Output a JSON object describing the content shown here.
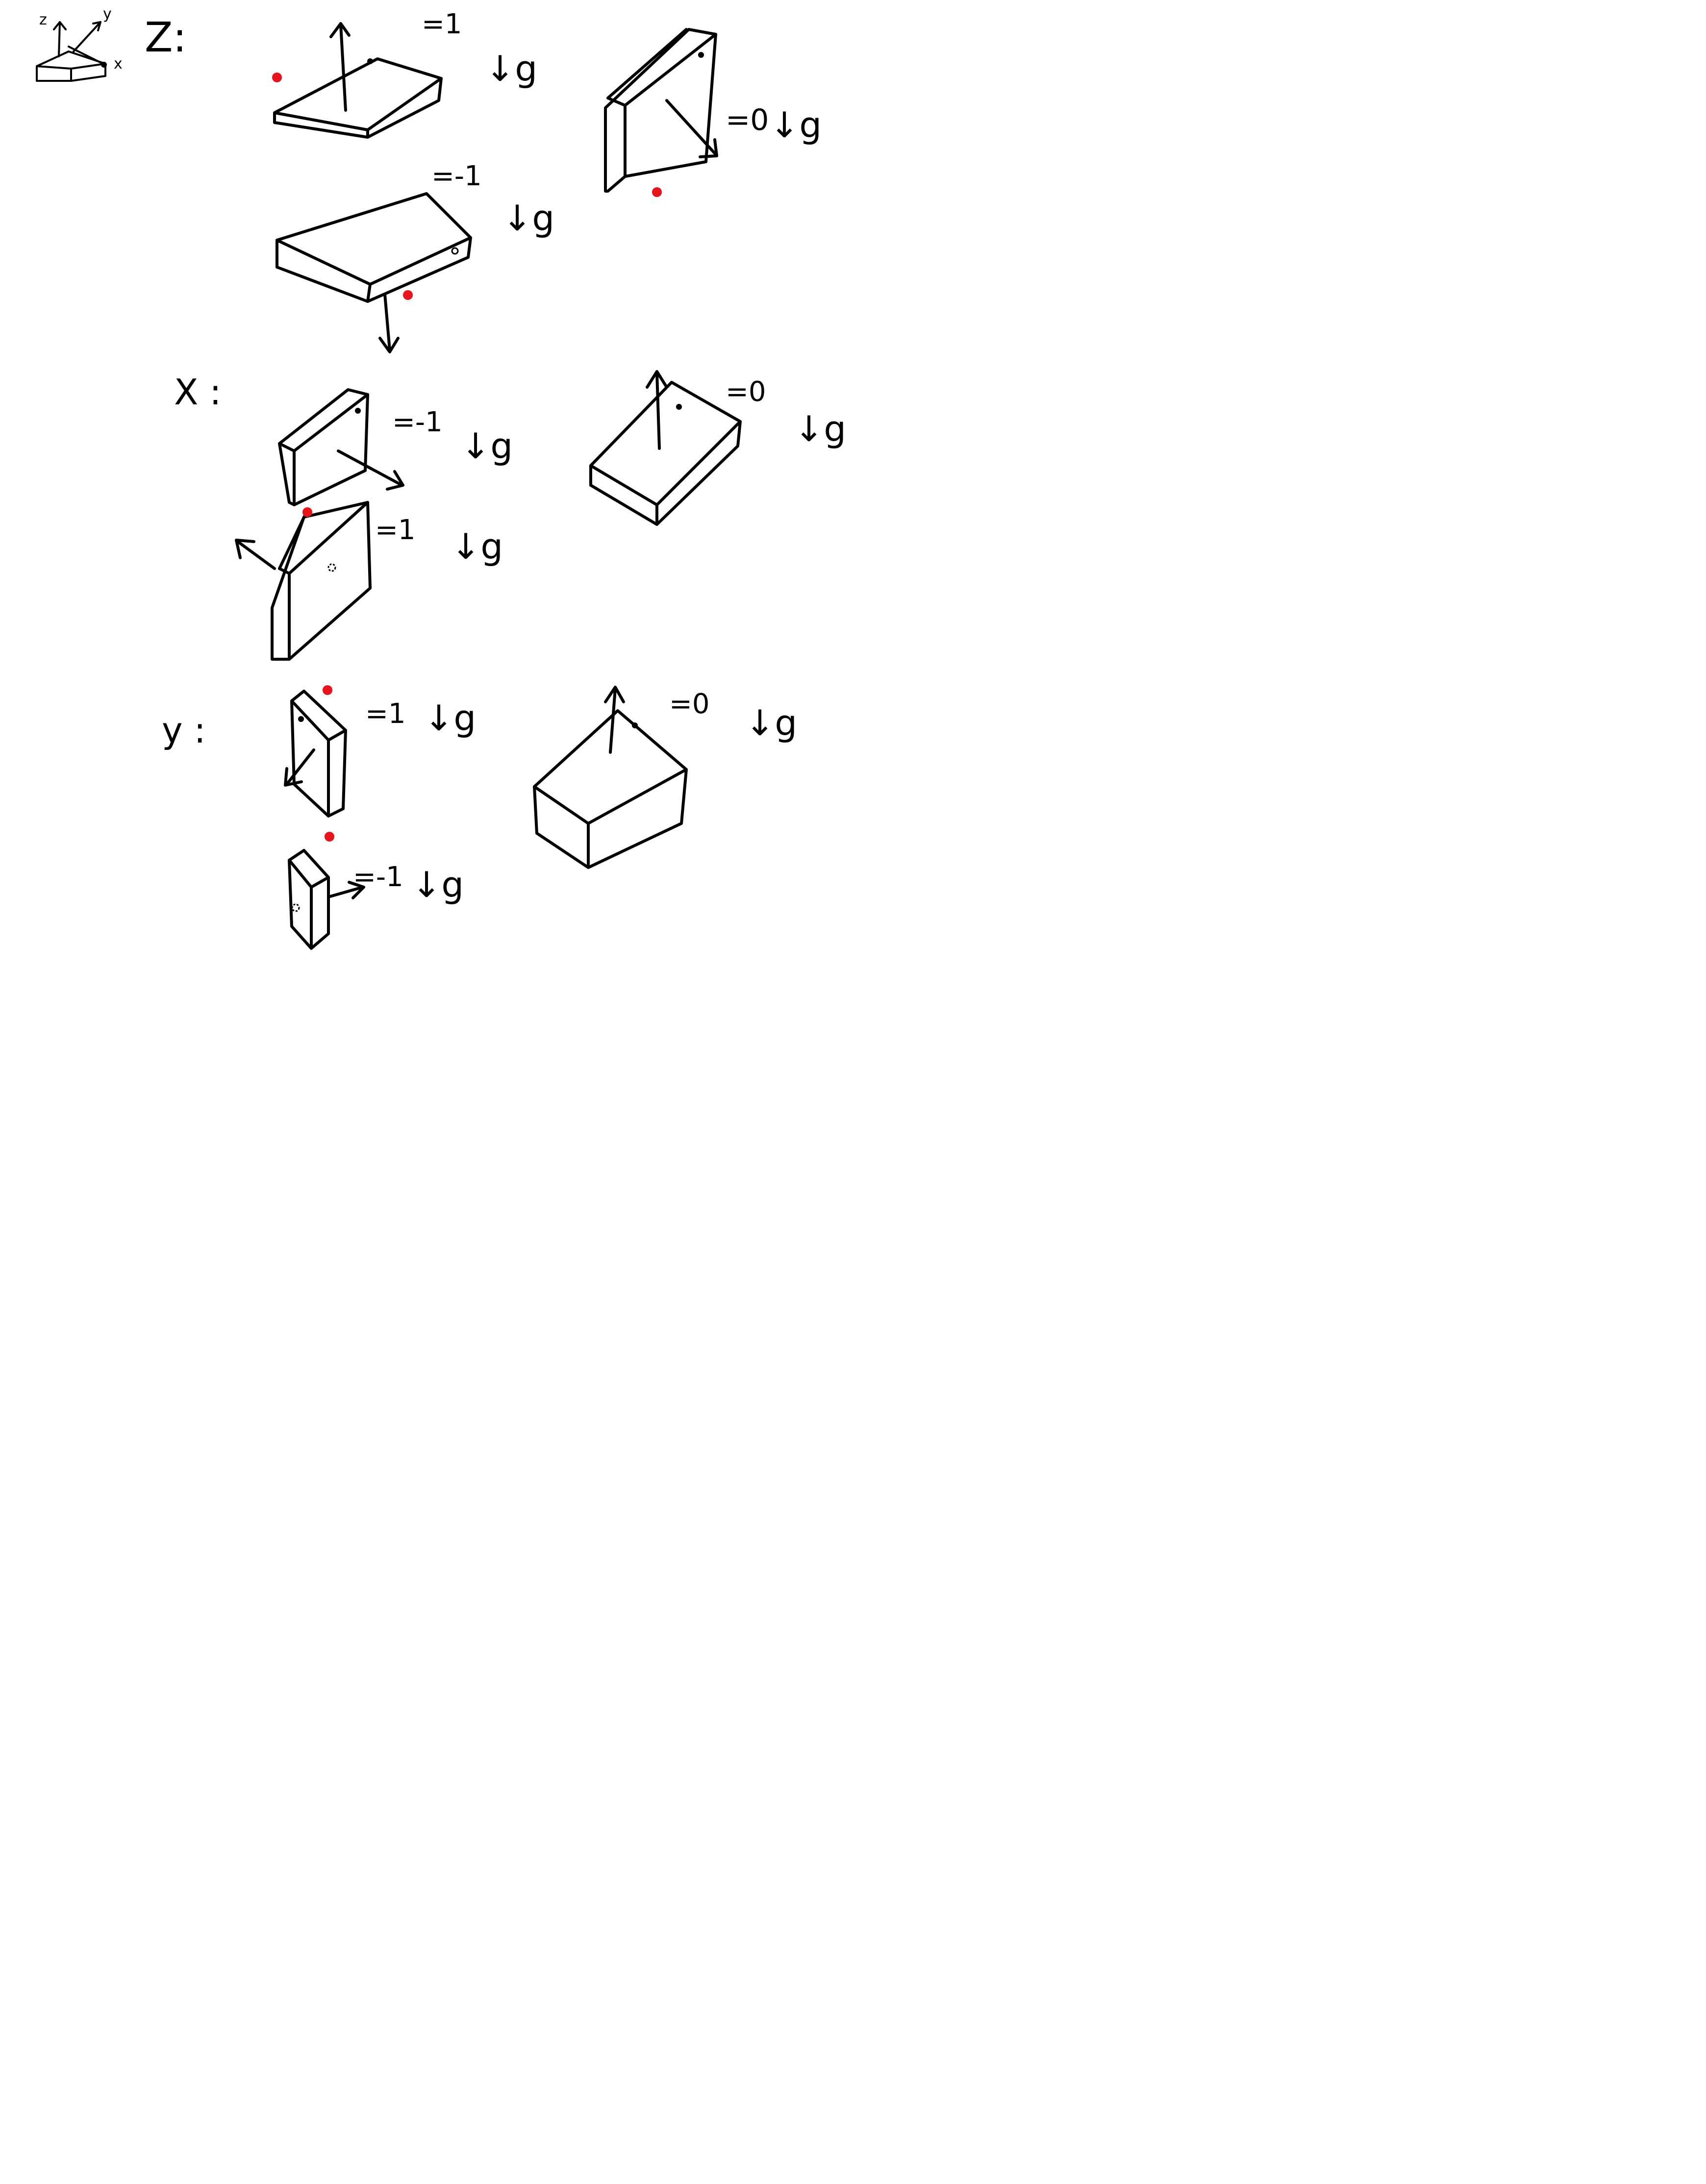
{
  "colors": {
    "ink": "#000000",
    "marker": "#e8141c",
    "background": "#ffffff"
  },
  "legend": {
    "z": "z",
    "y": "y",
    "x": "x"
  },
  "sections": {
    "z": {
      "label": "Z:"
    },
    "x": {
      "label": "X :"
    },
    "y": {
      "label": "y :"
    }
  },
  "values": {
    "z_top": "=1",
    "z_side": "=0",
    "z_bottom": "=-1",
    "x_left": "=-1",
    "x_right": "=0",
    "x_bottom": "=1",
    "y_left": "=1",
    "y_right": "=0",
    "y_bottom": "=-1"
  },
  "gravity": {
    "label": "↓g"
  }
}
